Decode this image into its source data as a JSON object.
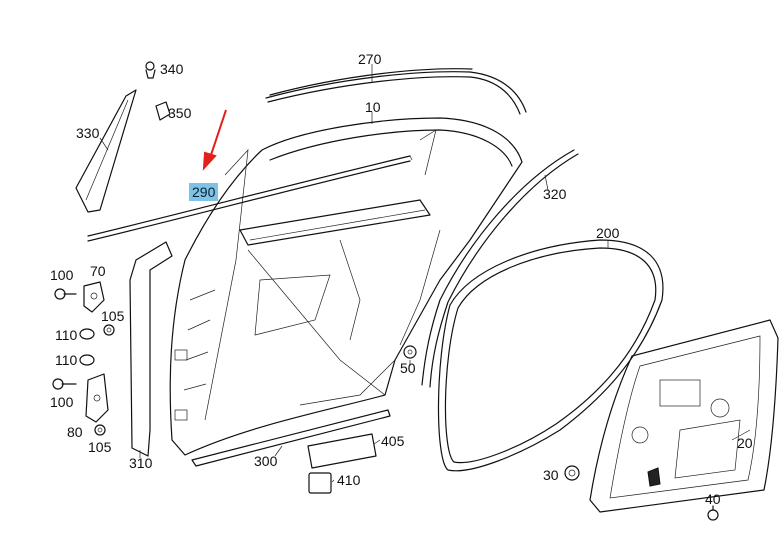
{
  "diagram": {
    "highlight_color": "#7ec3e6",
    "arrow_color": "#e3201b",
    "callouts": [
      {
        "id": "c340",
        "label": "340"
      },
      {
        "id": "c270",
        "label": "270"
      },
      {
        "id": "c350",
        "label": "350"
      },
      {
        "id": "c10",
        "label": "10"
      },
      {
        "id": "c330",
        "label": "330"
      },
      {
        "id": "c290",
        "label": "290",
        "highlighted": true
      },
      {
        "id": "c320",
        "label": "320"
      },
      {
        "id": "c200",
        "label": "200"
      },
      {
        "id": "c100a",
        "label": "100"
      },
      {
        "id": "c70",
        "label": "70"
      },
      {
        "id": "c105a",
        "label": "105"
      },
      {
        "id": "c110a",
        "label": "110"
      },
      {
        "id": "c110b",
        "label": "110"
      },
      {
        "id": "c50",
        "label": "50"
      },
      {
        "id": "c100b",
        "label": "100"
      },
      {
        "id": "c80",
        "label": "80"
      },
      {
        "id": "c105b",
        "label": "105"
      },
      {
        "id": "c405",
        "label": "405"
      },
      {
        "id": "c300",
        "label": "300"
      },
      {
        "id": "c310",
        "label": "310"
      },
      {
        "id": "c410",
        "label": "410"
      },
      {
        "id": "c20",
        "label": "20"
      },
      {
        "id": "c30",
        "label": "30"
      },
      {
        "id": "c40",
        "label": "40"
      }
    ]
  }
}
